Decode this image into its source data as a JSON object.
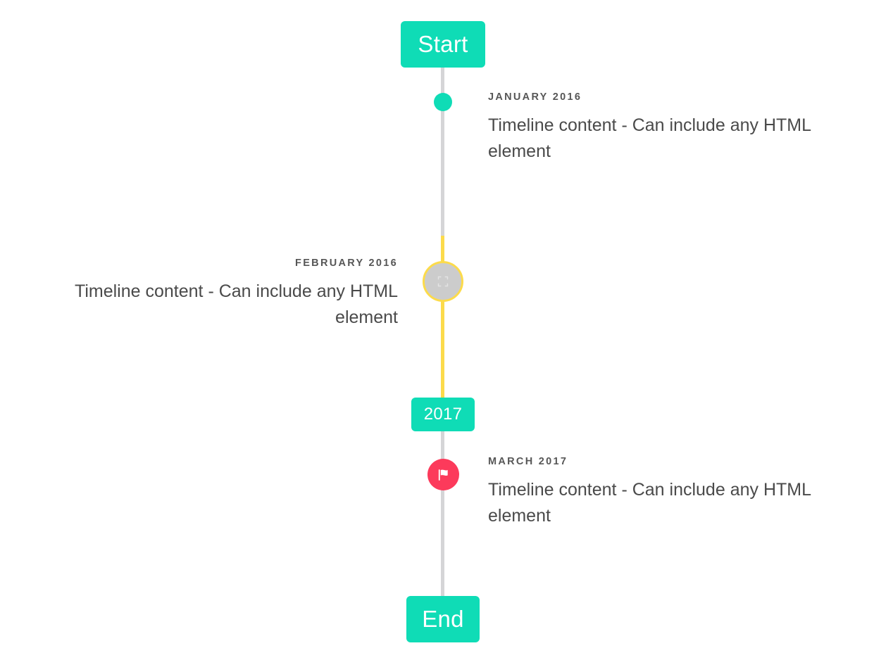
{
  "timeline": {
    "axis_color": "#d5d5d7",
    "highlight_color": "#fcdb4b",
    "accent_color": "#0fdcb6",
    "flag_color": "#fc3a5b",
    "caps": {
      "start_label": "Start",
      "middle_label": "2017",
      "end_label": "End"
    },
    "events": [
      {
        "date": "JANUARY 2016",
        "content": "Timeline content - Can include any HTML element",
        "side": "right",
        "marker": "dot-marker",
        "marker_color": "#0fdcb6"
      },
      {
        "date": "FEBRUARY 2016",
        "content": "Timeline content - Can include any HTML element",
        "side": "left",
        "marker": "broken-image-icon",
        "marker_color": "#cccccc",
        "marker_border_color": "#fcdb4b"
      },
      {
        "date": "MARCH 2017",
        "content": "Timeline content - Can include any HTML element",
        "side": "right",
        "marker": "flag-icon",
        "marker_color": "#fc3a5b"
      }
    ]
  }
}
